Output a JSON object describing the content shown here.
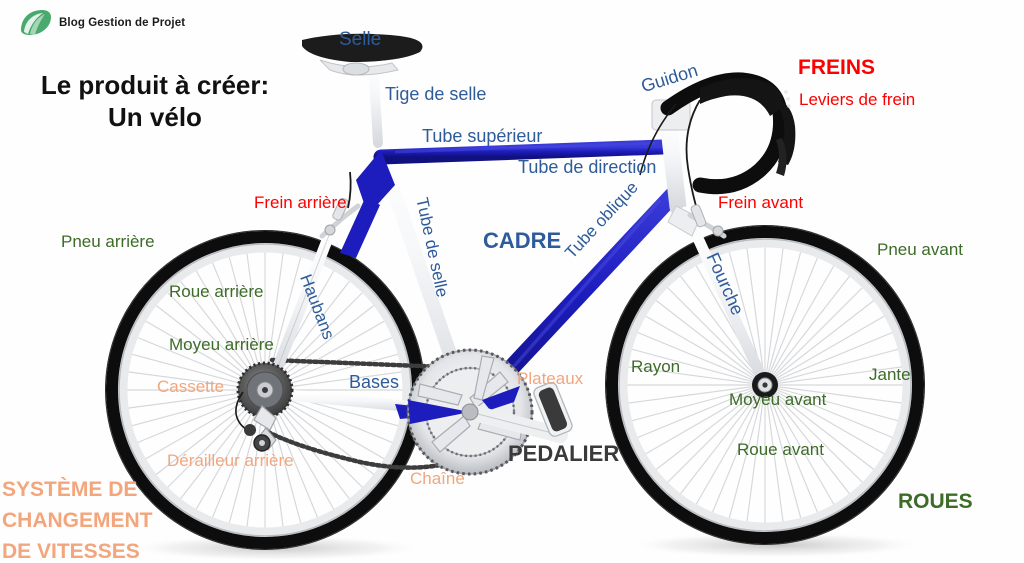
{
  "brand": {
    "logo_icon": "green-leaf-logo",
    "name": "Blog Gestion de Projet"
  },
  "title": {
    "line1": "Le produit à créer:",
    "line2": "Un vélo"
  },
  "colors": {
    "blue": "#2e5c9a",
    "green": "#3d6b28",
    "orange": "#f3a57c",
    "red": "#fe0000",
    "dark": "#3a3a3a",
    "frame_blue": "#1d1dbe",
    "frame_white": "#f2f3f5",
    "tire_black": "#111111",
    "background": "#ffffff"
  },
  "groups": {
    "cadre": "CADRE",
    "freins": "FREINS",
    "roues": "ROUES",
    "pedalier": "PEDALIER",
    "vitesses_l1": "SYSTÈME DE",
    "vitesses_l2": "CHANGEMENT",
    "vitesses_l3": "DE VITESSES"
  },
  "labels": {
    "selle": "Selle",
    "tige_de_selle": "Tige de selle",
    "tube_superieur": "Tube supérieur",
    "tube_de_direction": "Tube de direction",
    "tube_de_selle": "Tube de selle",
    "tube_oblique": "Tube oblique",
    "haubans": "Haubans",
    "bases": "Bases",
    "guidon": "Guidon",
    "fourche": "Fourche",
    "leviers_de_frein": "Leviers de frein",
    "frein_arriere": "Frein arrière",
    "frein_avant": "Frein avant",
    "pneu_arriere": "Pneu arrière",
    "pneu_avant": "Pneu avant",
    "roue_arriere": "Roue arrière",
    "roue_avant": "Roue avant",
    "moyeu_arriere": "Moyeu arrière",
    "moyeu_avant": "Moyeu avant",
    "jante": "Jante",
    "rayon": "Rayon",
    "cassette": "Cassette",
    "derailleur_arriere": "Dérailleur arrière",
    "chaine": "Chaîne",
    "plateaux": "Plateaux"
  }
}
